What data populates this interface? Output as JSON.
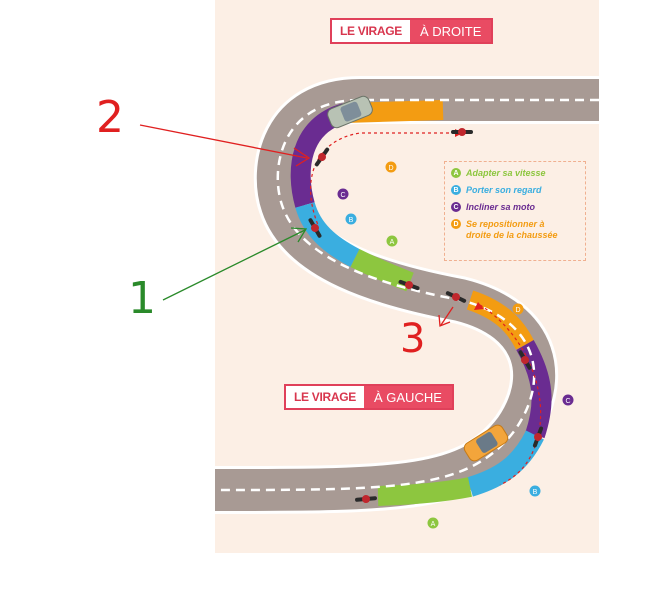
{
  "badges": {
    "right": {
      "left": "LE VIRAGE",
      "right": "À DROITE"
    },
    "left": {
      "left": "LE VIRAGE",
      "right": "À GAUCHE"
    }
  },
  "legend": {
    "items": [
      {
        "letter": "A",
        "text": "Adapter sa vitesse",
        "color": "#8dc63f"
      },
      {
        "letter": "B",
        "text": "Porter son regard",
        "color": "#3aaee0"
      },
      {
        "letter": "C",
        "text": "Incliner sa moto",
        "color": "#6a2c91"
      },
      {
        "letter": "D",
        "text": "Se repositionner à\ndroite de la chaussée",
        "color": "#f39c12"
      }
    ]
  },
  "markers": {
    "a": "A",
    "b": "B",
    "c": "C",
    "d": "D"
  },
  "annotations": {
    "one": "1",
    "two": "2",
    "three": "3"
  },
  "colors": {
    "road": "#a89a94",
    "edge": "#ffffff",
    "zone_a": "#8dc63f",
    "zone_b": "#3aaee0",
    "zone_c": "#6a2c91",
    "zone_d": "#f39c12",
    "arrow_red": "#e02020",
    "arrow_green": "#2a8a2a"
  }
}
